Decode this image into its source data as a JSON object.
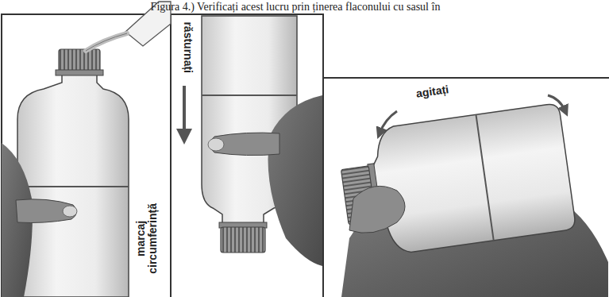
{
  "diagram": {
    "labels": [
      "Figura 4.) Verificați acest lucru prin ținerea flaconului cu sasul în",
      "răsturnați",
      "marcaj circumferință",
      "agitați"
    ]
  }
}
